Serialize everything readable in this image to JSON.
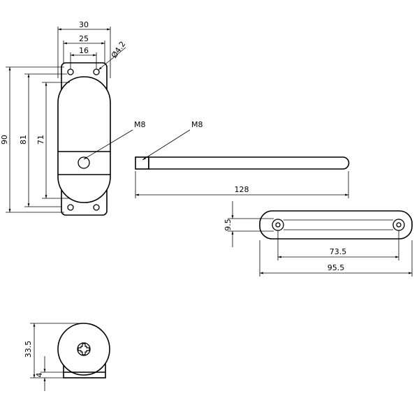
{
  "front_view": {
    "width_overall": "30",
    "hole_spacing_outer": "25",
    "hole_spacing_inner": "16",
    "hole_diameter": "Ø4.2",
    "height_overall": "90",
    "height_mid": "81",
    "height_inner": "71",
    "thread_label": "M8"
  },
  "arm_view": {
    "thread_label": "M8",
    "length": "128"
  },
  "arm_plan_view": {
    "thickness": "9.5",
    "hole_spacing": "73.5",
    "length": "95.5"
  },
  "side_view": {
    "height": "33.5",
    "base_height": "4"
  },
  "icons": [
    "screw-icon"
  ]
}
